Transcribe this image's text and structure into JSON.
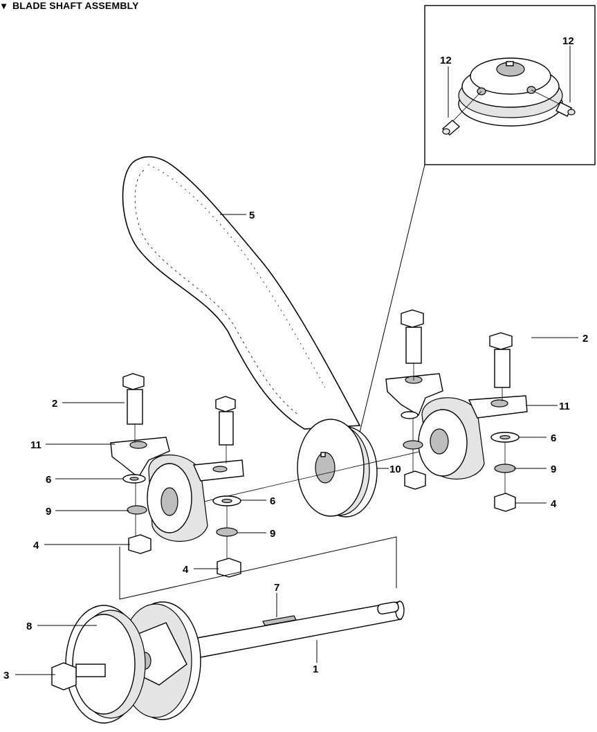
{
  "title": "BLADE SHAFT ASSEMBLY",
  "callouts": {
    "c1": "1",
    "c2a": "2",
    "c2b": "2",
    "c3": "3",
    "c4a": "4",
    "c4b": "4",
    "c4c": "4",
    "c5": "5",
    "c6a": "6",
    "c6b": "6",
    "c6c": "6",
    "c7": "7",
    "c8": "8",
    "c9a": "9",
    "c9b": "9",
    "c9c": "9",
    "c10": "10",
    "c11a": "11",
    "c11b": "11",
    "c12a": "12",
    "c12b": "12"
  }
}
